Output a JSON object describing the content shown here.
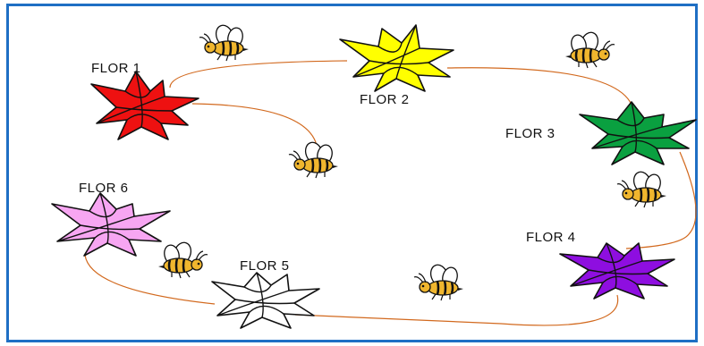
{
  "flowers": [
    {
      "label": "FLOR 1",
      "color": "#ee1111"
    },
    {
      "label": "FLOR 2",
      "color": "#ffff00"
    },
    {
      "label": "FLOR 3",
      "color": "#0aa040"
    },
    {
      "label": "FLOR 4",
      "color": "#8e0ee0"
    },
    {
      "label": "FLOR 5",
      "color": "#ffffff"
    },
    {
      "label": "FLOR 6",
      "color": "#f7a6f2"
    }
  ],
  "bee_icon": "bee-icon",
  "colors": {
    "frame": "#1f6fc4",
    "path": "#d2691e",
    "bee_body": "#f0b62e",
    "outline": "#111111"
  }
}
